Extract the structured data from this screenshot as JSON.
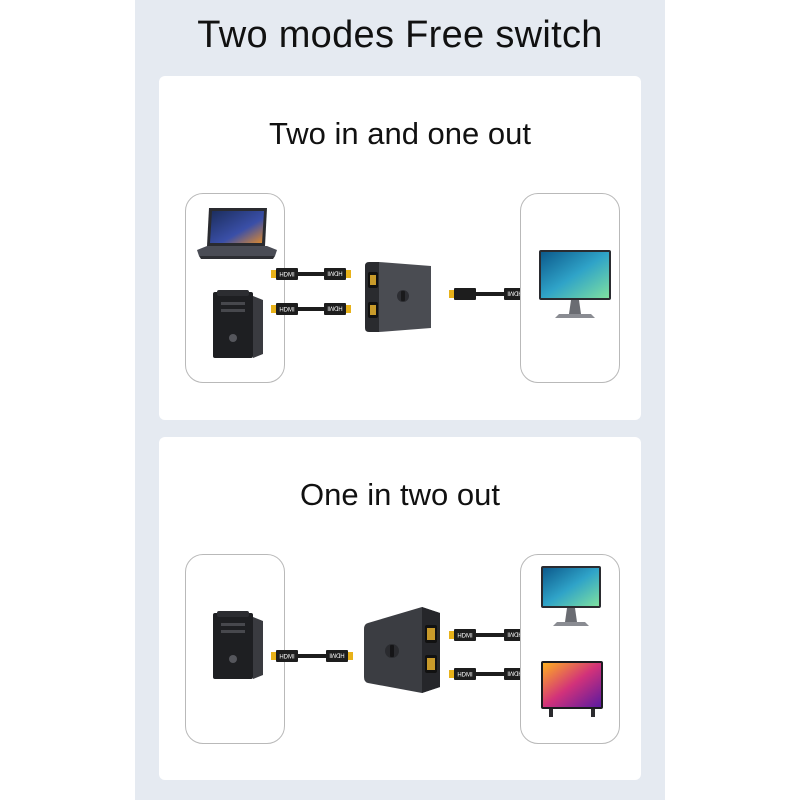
{
  "page": {
    "title": "Two modes Free switch"
  },
  "mode1": {
    "title": "Two in and one out",
    "inputs": [
      "laptop",
      "desktop-tower"
    ],
    "outputs": [
      "monitor"
    ]
  },
  "mode2": {
    "title": "One in two out",
    "inputs": [
      "desktop-tower"
    ],
    "outputs": [
      "monitor",
      "television"
    ]
  },
  "cable": {
    "label": "HDMI"
  },
  "colors": {
    "background_strip": "#e5eaf1",
    "panel": "#ffffff",
    "connector_gold": "#e8b21a",
    "cable_black": "#1d1d1d",
    "switch_body": "#3b3d42"
  }
}
